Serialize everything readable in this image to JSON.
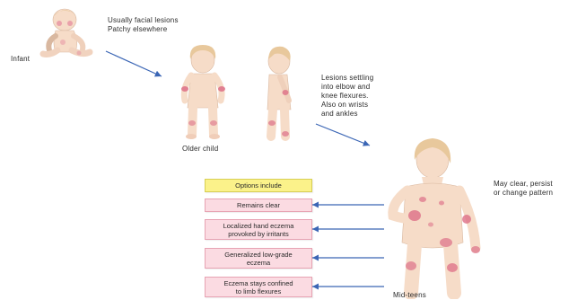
{
  "stages": {
    "infant": {
      "label": "Infant",
      "description": [
        "Usually facial lesions",
        "Patchy elsewhere"
      ]
    },
    "older_child": {
      "label": "Older child",
      "description": [
        "Lesions settling",
        "into elbow and",
        "knee flexures.",
        "Also on wrists",
        "and ankles"
      ]
    },
    "mid_teens": {
      "label": "Mid-teens",
      "description": [
        "May clear, persist",
        "or change pattern"
      ]
    }
  },
  "options": {
    "header": "Options include",
    "items": [
      [
        "Remains clear"
      ],
      [
        "Localized hand eczema",
        "provoked by irritants"
      ],
      [
        "Generalized low-grade",
        "eczema"
      ],
      [
        "Eczema stays confined",
        "to limb flexures"
      ]
    ]
  },
  "colors": {
    "skin": "#f6dcc8",
    "lesion": "#dd6f87",
    "hair": "#e8c89c",
    "arrow": "#3b66b5",
    "option_box": "#fbdbe2",
    "header_box": "#fbf28a"
  }
}
